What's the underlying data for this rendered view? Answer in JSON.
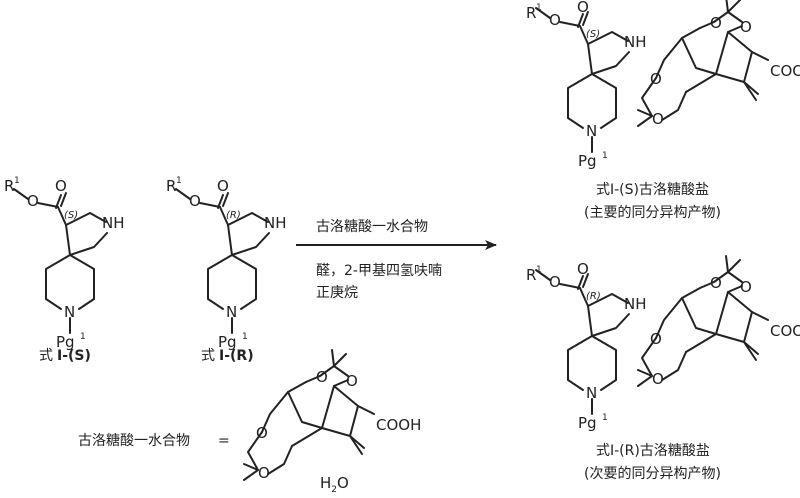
{
  "reaction": {
    "reagent": "古洛糖酸一水合物",
    "conditions_line1": "醛，2-甲基四氢呋喃",
    "conditions_line2": "正庚烷"
  },
  "labels": {
    "ester_prefix": "R",
    "ester_superscript": "1",
    "protecting_group": "Pg",
    "protecting_group_superscript": "1",
    "amine": "NH",
    "nitrogen": "N",
    "oxygen": "O",
    "acid": "COOH",
    "stereo_s": "(S)",
    "stereo_r": "(R)",
    "water": "H",
    "water_sub": "2",
    "water_o": "O"
  },
  "reactants": [
    {
      "caption_prefix": "式",
      "caption_bold": "I-(S)"
    },
    {
      "caption_prefix": "式",
      "caption_bold": "I-(R)"
    }
  ],
  "products": [
    {
      "caption": "式I-(S)古洛糖酸盐",
      "note": "(主要的同分异构产物)"
    },
    {
      "caption": "式I-(R)古洛糖酸盐",
      "note": "(次要的同分异构产物)"
    }
  ],
  "definition": {
    "name": "古洛糖酸一水合物",
    "equals": "="
  }
}
